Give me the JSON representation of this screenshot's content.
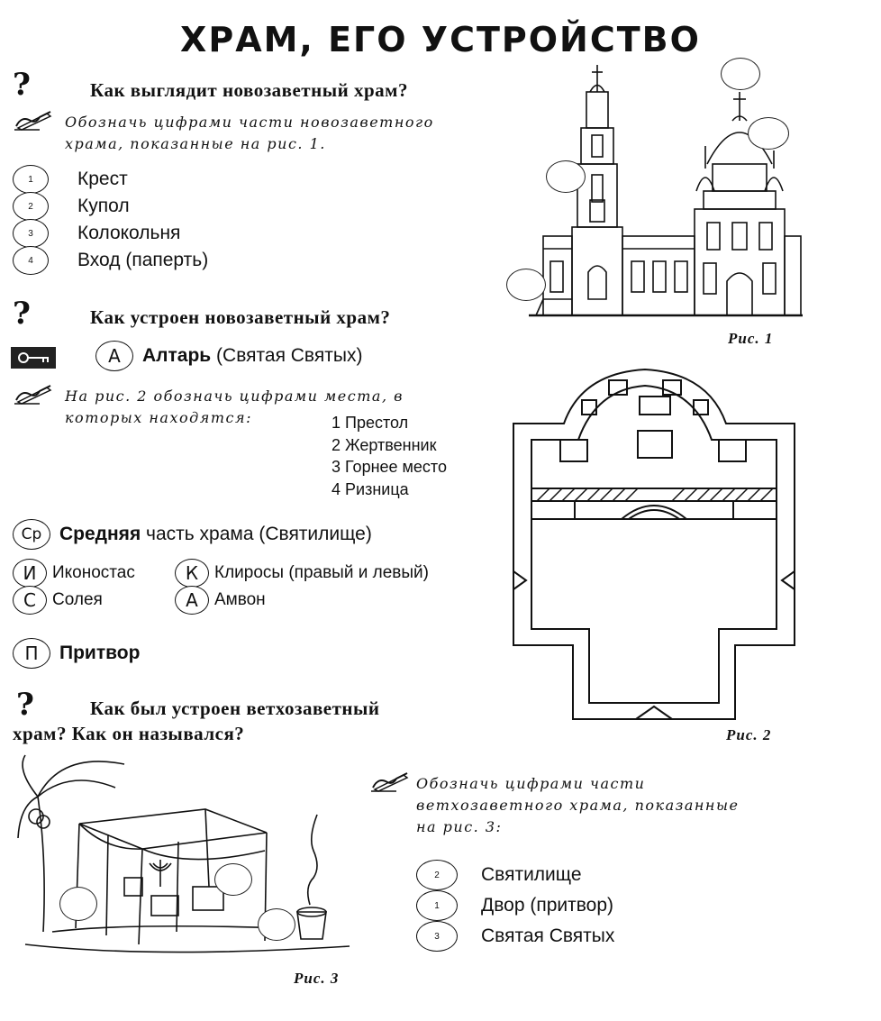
{
  "title": "ХРАМ, ЕГО УСТРОЙСТВО",
  "q_mark": "?",
  "section1": {
    "question": "Как выглядит новозаветный храм?",
    "task": [
      "Обозначь цифрами части новозаветного",
      "храма, показанные на рис. 1."
    ],
    "items": [
      {
        "num": "1",
        "label": "Крест"
      },
      {
        "num": "2",
        "label": "Купол"
      },
      {
        "num": "3",
        "label": "Колокольня"
      },
      {
        "num": "4",
        "label": "Вход (паперть)"
      }
    ],
    "caption": "Рис. 1"
  },
  "section2": {
    "question": "Как устроен новозаветный  храм?",
    "altar": {
      "letter": "А",
      "bold": "Алтарь",
      "rest": " (Святая Святых)"
    },
    "task": [
      "На рис. 2 обозначь цифрами места, в",
      "которых находятся:"
    ],
    "places": [
      "1  Престол",
      "2  Жертвенник",
      "3  Горнее место",
      "4  Ризница"
    ],
    "middle": {
      "letter": "Ср",
      "bold": "Средняя",
      "rest": " часть храма (Святилище)"
    },
    "parts": [
      {
        "letter": "И",
        "label": "Иконостас"
      },
      {
        "letter": "К",
        "label": "Клиросы (правый и левый)"
      },
      {
        "letter": "С",
        "label": "Солея"
      },
      {
        "letter": "А",
        "label": "Амвон"
      }
    ],
    "narthex": {
      "letter": "П",
      "bold": "Притвор"
    },
    "caption": "Рис. 2"
  },
  "section3": {
    "question": [
      "Как был устроен ветхозаветный",
      "храм? Как он назывался?"
    ],
    "task": [
      "Обозначь цифрами части",
      "ветхозаветного храма, показанные",
      "на рис. 3:"
    ],
    "items": [
      {
        "num": "2",
        "label": "Святилище"
      },
      {
        "num": "1",
        "label": "Двор (притвор)"
      },
      {
        "num": "3",
        "label": "Святая Святых"
      }
    ],
    "caption": "Рис. 3"
  },
  "icons": {
    "question": "question-mark-icon",
    "pencil": "pencil-hand-icon",
    "key": "key-icon"
  }
}
